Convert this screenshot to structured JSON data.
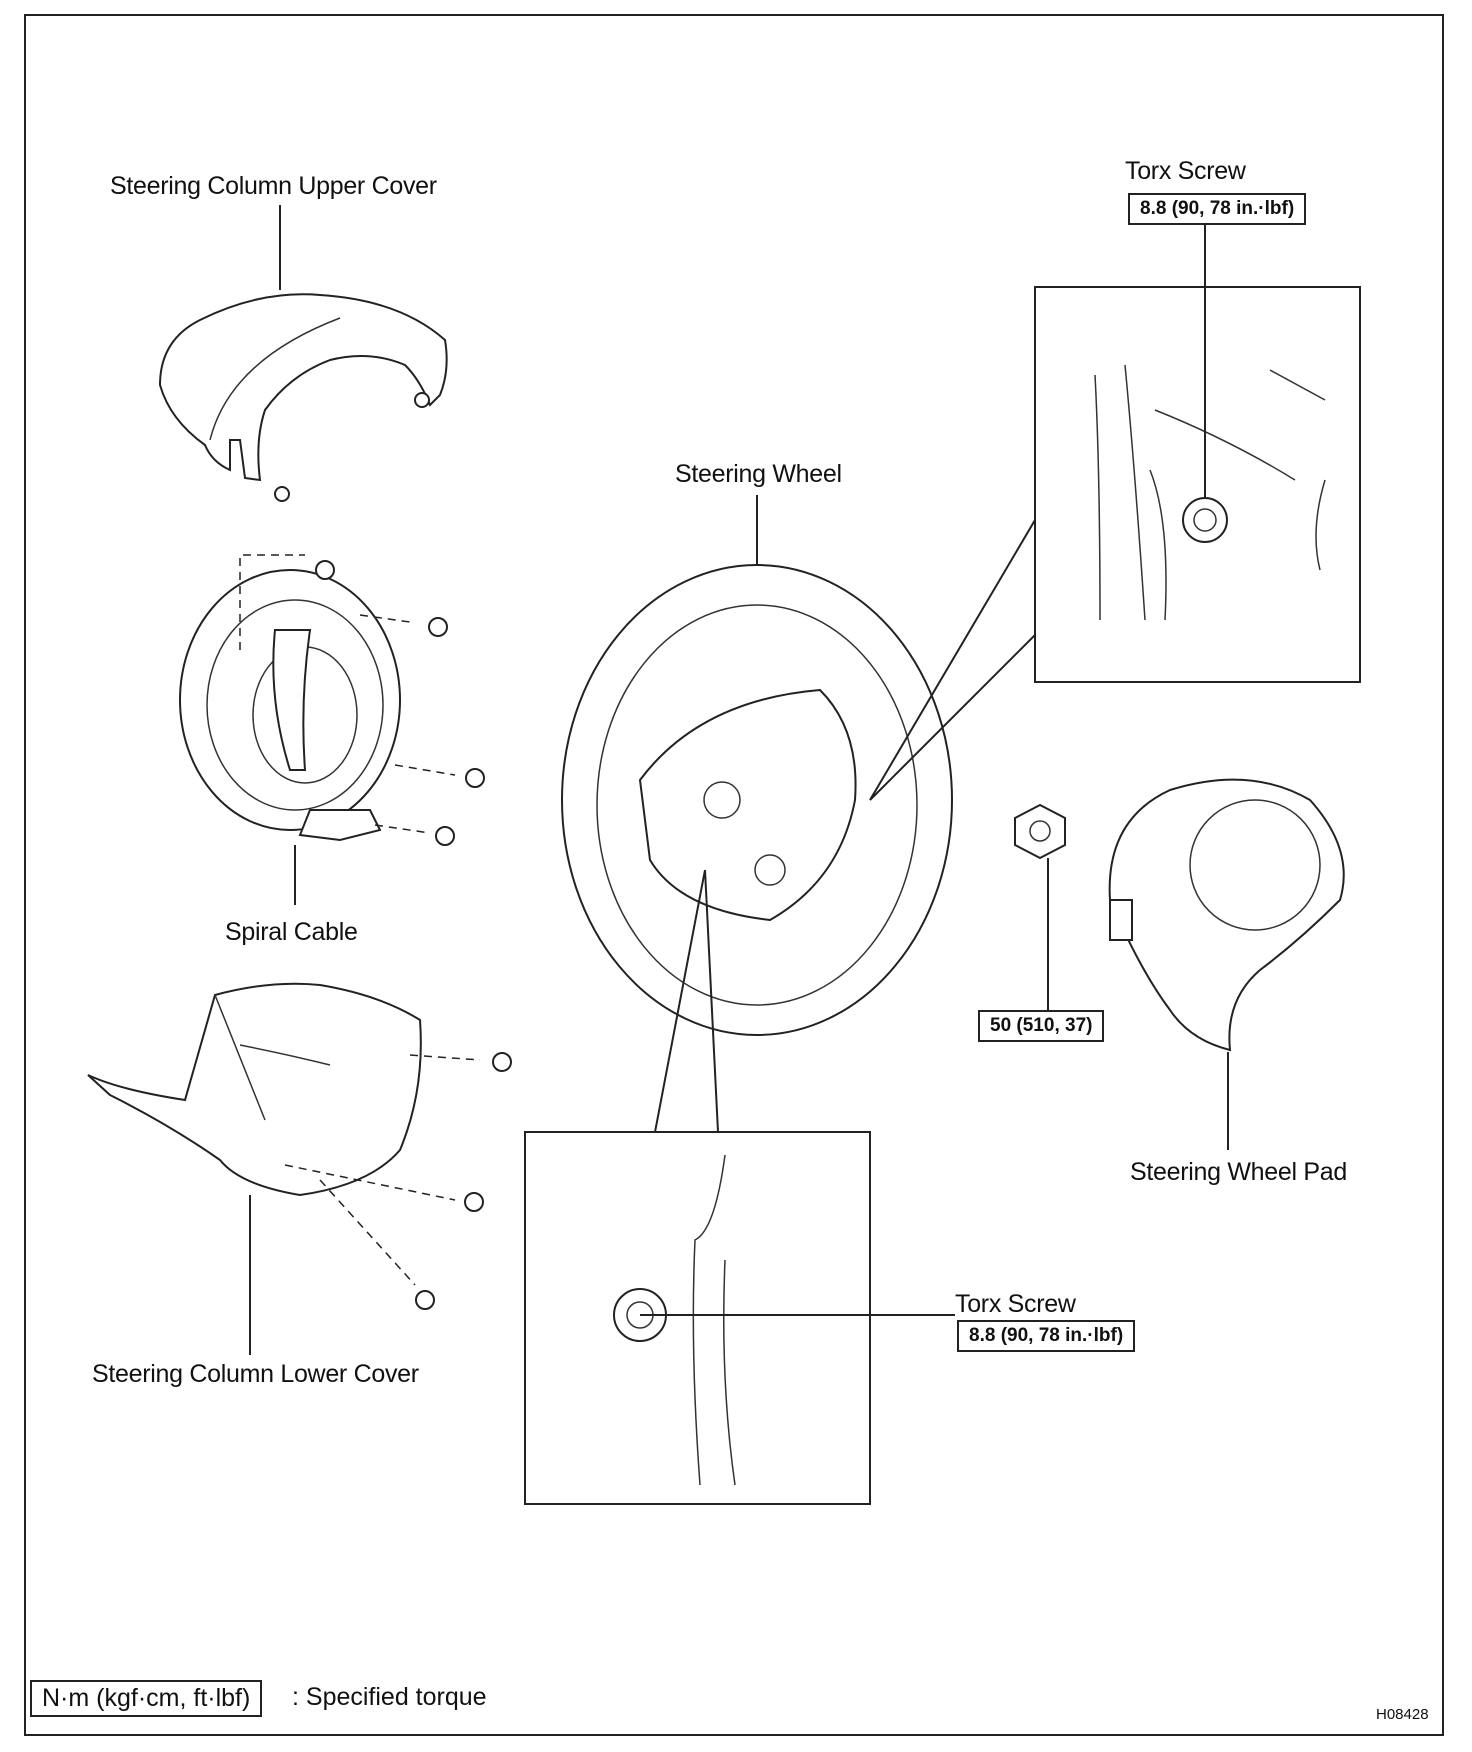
{
  "labels": {
    "upper_cover": "Steering Column Upper Cover",
    "spiral_cable": "Spiral Cable",
    "lower_cover": "Steering Column Lower Cover",
    "steering_wheel": "Steering Wheel",
    "torx_screw_top": "Torx Screw",
    "torx_screw_bottom": "Torx Screw",
    "wheel_pad": "Steering Wheel Pad"
  },
  "torques": {
    "torx_top": "8.8 (90, 78 in.·lbf)",
    "torx_bottom": "8.8 (90, 78 in.·lbf)",
    "nut": "50 (510, 37)"
  },
  "legend": {
    "unit_box": "N·m (kgf·cm, ft·lbf)",
    "description": ": Specified torque"
  },
  "figure_id": "H08428"
}
